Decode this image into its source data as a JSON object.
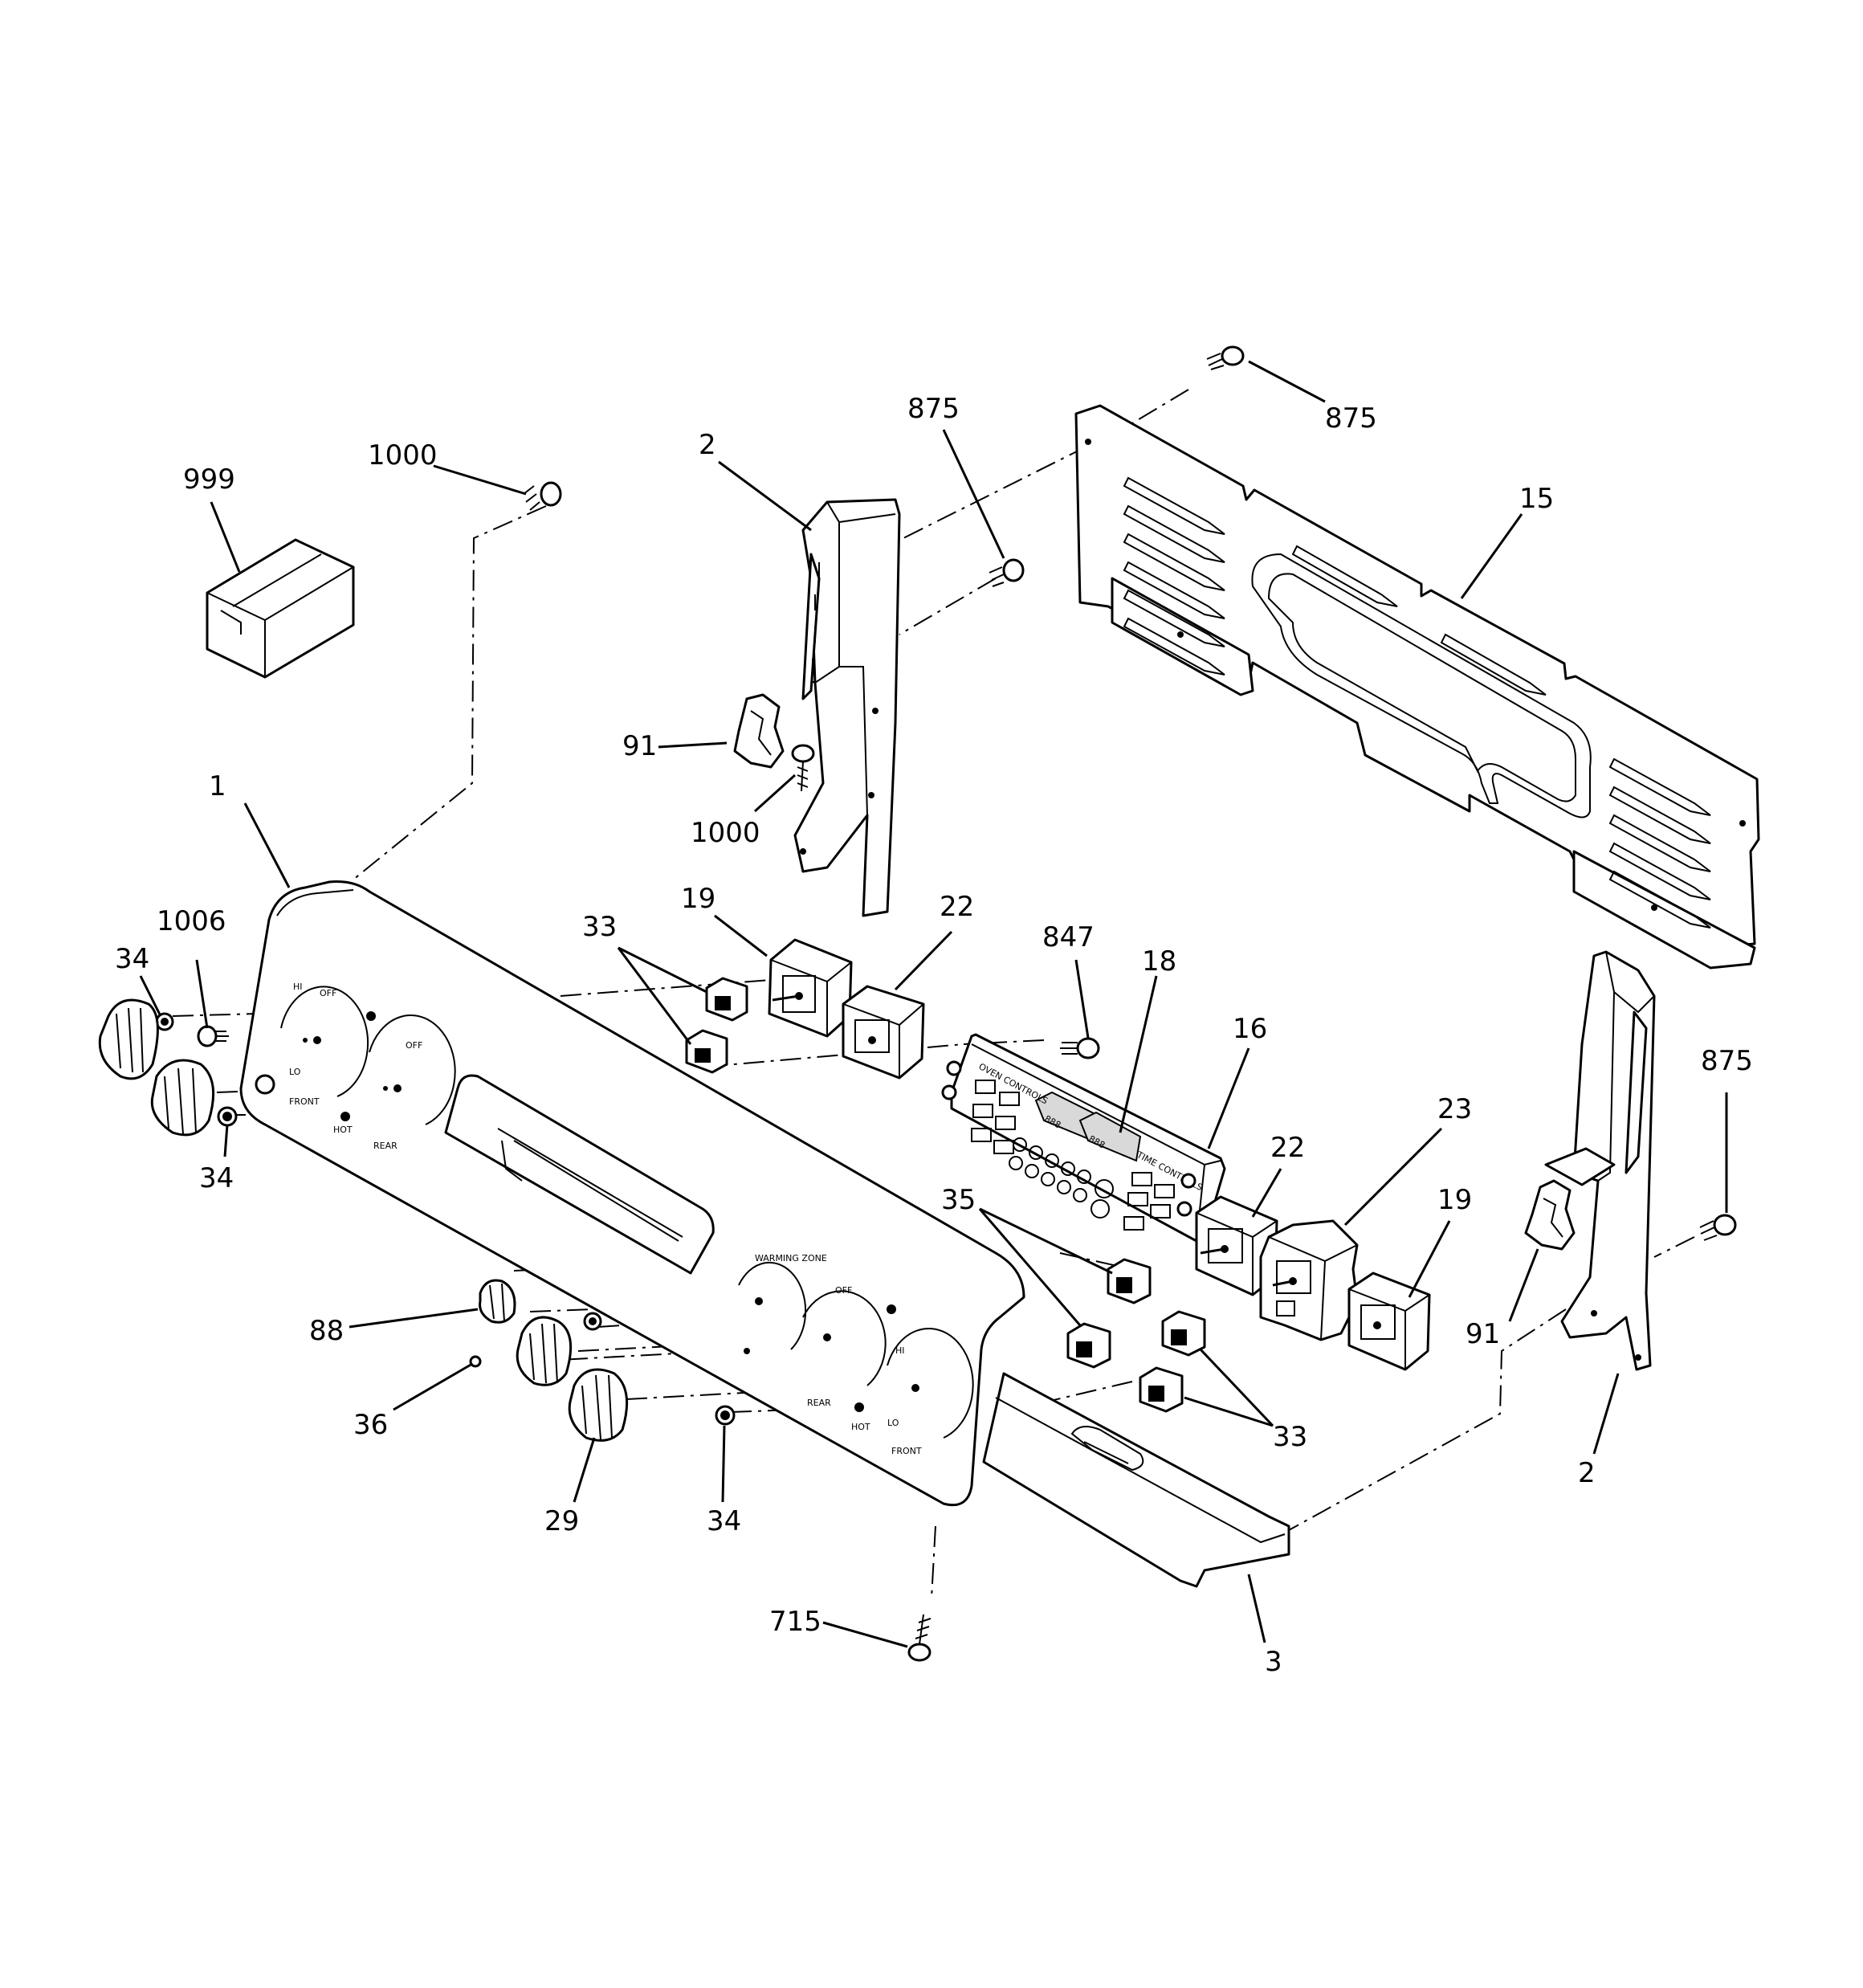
{
  "callouts": [
    {
      "id": "999",
      "text": "999"
    },
    {
      "id": "1000-top",
      "text": "1000"
    },
    {
      "id": "2-left",
      "text": "2"
    },
    {
      "id": "875-mid",
      "text": "875"
    },
    {
      "id": "875-top",
      "text": "875"
    },
    {
      "id": "15",
      "text": "15"
    },
    {
      "id": "91-left",
      "text": "91"
    },
    {
      "id": "1000-mid",
      "text": "1000"
    },
    {
      "id": "1",
      "text": "1"
    },
    {
      "id": "1006",
      "text": "1006"
    },
    {
      "id": "34-top",
      "text": "34"
    },
    {
      "id": "34-mid",
      "text": "34"
    },
    {
      "id": "33-top",
      "text": "33"
    },
    {
      "id": "19-left",
      "text": "19"
    },
    {
      "id": "22-left",
      "text": "22"
    },
    {
      "id": "847",
      "text": "847"
    },
    {
      "id": "18",
      "text": "18"
    },
    {
      "id": "16",
      "text": "16"
    },
    {
      "id": "875-right",
      "text": "875"
    },
    {
      "id": "23",
      "text": "23"
    },
    {
      "id": "22-right",
      "text": "22"
    },
    {
      "id": "19-right",
      "text": "19"
    },
    {
      "id": "35",
      "text": "35"
    },
    {
      "id": "91-right",
      "text": "91"
    },
    {
      "id": "2-right",
      "text": "2"
    },
    {
      "id": "33-bottom",
      "text": "33"
    },
    {
      "id": "88",
      "text": "88"
    },
    {
      "id": "36",
      "text": "36"
    },
    {
      "id": "29",
      "text": "29"
    },
    {
      "id": "34-bottom",
      "text": "34"
    },
    {
      "id": "715",
      "text": "715"
    },
    {
      "id": "3",
      "text": "3"
    }
  ],
  "panel_labels": {
    "off_left": "OFF",
    "off_right": "OFF",
    "lo_left": "LO",
    "hi_left": "HI",
    "front": "FRONT",
    "rear": "REAR",
    "hot_left": "HOT",
    "warming_zone": "WARMING ZONE",
    "off_bottom": "OFF",
    "rear_bottom": "REAR",
    "hot_bottom": "HOT",
    "front_bottom": "FRONT",
    "lo_bottom": "LO",
    "hi_bottom": "HI",
    "oven_controls": "OVEN CONTROLS",
    "time_controls": "TIME CONTROLS",
    "display_left": "888",
    "display_right": "888"
  }
}
